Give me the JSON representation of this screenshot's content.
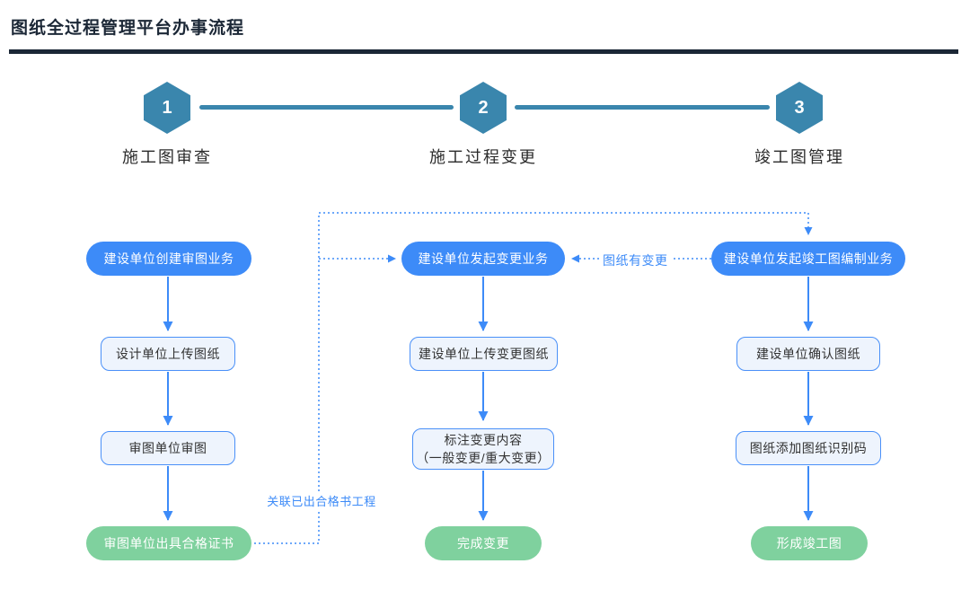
{
  "header": {
    "title": "图纸全过程管理平台办事流程"
  },
  "steps": [
    {
      "number": "1",
      "label": "施工图审查"
    },
    {
      "number": "2",
      "label": "施工过程变更"
    },
    {
      "number": "3",
      "label": "竣工图管理"
    }
  ],
  "flow": {
    "col1": {
      "start": "建设单位创建审图业务",
      "step1": "设计单位上传图纸",
      "step2": "审图单位审图",
      "end": "审图单位出具合格证书"
    },
    "col2": {
      "start": "建设单位发起变更业务",
      "step1": "建设单位上传变更图纸",
      "step2_line1": "标注变更内容",
      "step2_line2": "（一般变更/重大变更）",
      "end": "完成变更"
    },
    "col3": {
      "start": "建设单位发起竣工图编制业务",
      "step1": "建设单位确认图纸",
      "step2": "图纸添加图纸识别码",
      "end": "形成竣工图"
    }
  },
  "connectors": {
    "link_label_left": "关联已出合格书工程",
    "link_label_right": "图纸有变更"
  },
  "colors": {
    "primary_blue": "#3d8bf8",
    "light_box_bg": "#eef4fd",
    "green": "#7fd19e",
    "step_teal": "#3a86ad",
    "title_dark": "#1b2736"
  }
}
